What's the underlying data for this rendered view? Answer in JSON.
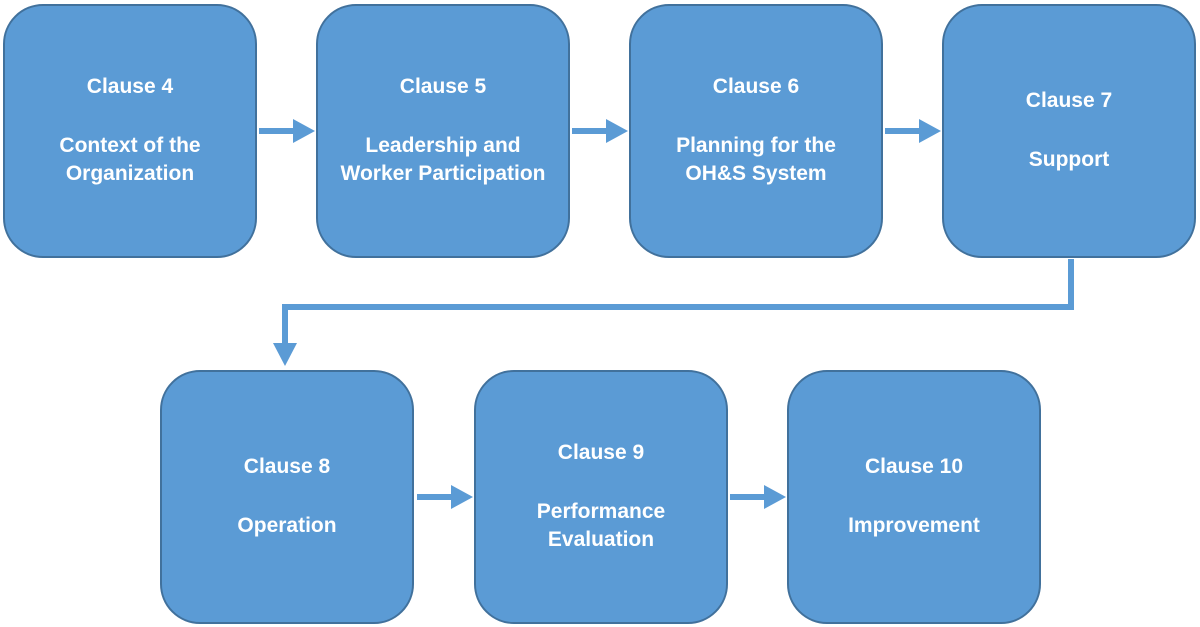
{
  "colors": {
    "box_fill": "#5b9bd5",
    "box_border": "#41719c",
    "arrow": "#5b9bd5",
    "text": "#ffffff"
  },
  "steps": [
    {
      "title": "Clause 4",
      "body": "Context of the\nOrganization"
    },
    {
      "title": "Clause 5",
      "body": "Leadership and\nWorker Participation"
    },
    {
      "title": "Clause 6",
      "body": "Planning for the\nOH&S System"
    },
    {
      "title": "Clause 7",
      "body": "Support"
    },
    {
      "title": "Clause 8",
      "body": "Operation"
    },
    {
      "title": "Clause 9",
      "body": "Performance\nEvaluation"
    },
    {
      "title": "Clause 10",
      "body": "Improvement"
    }
  ]
}
